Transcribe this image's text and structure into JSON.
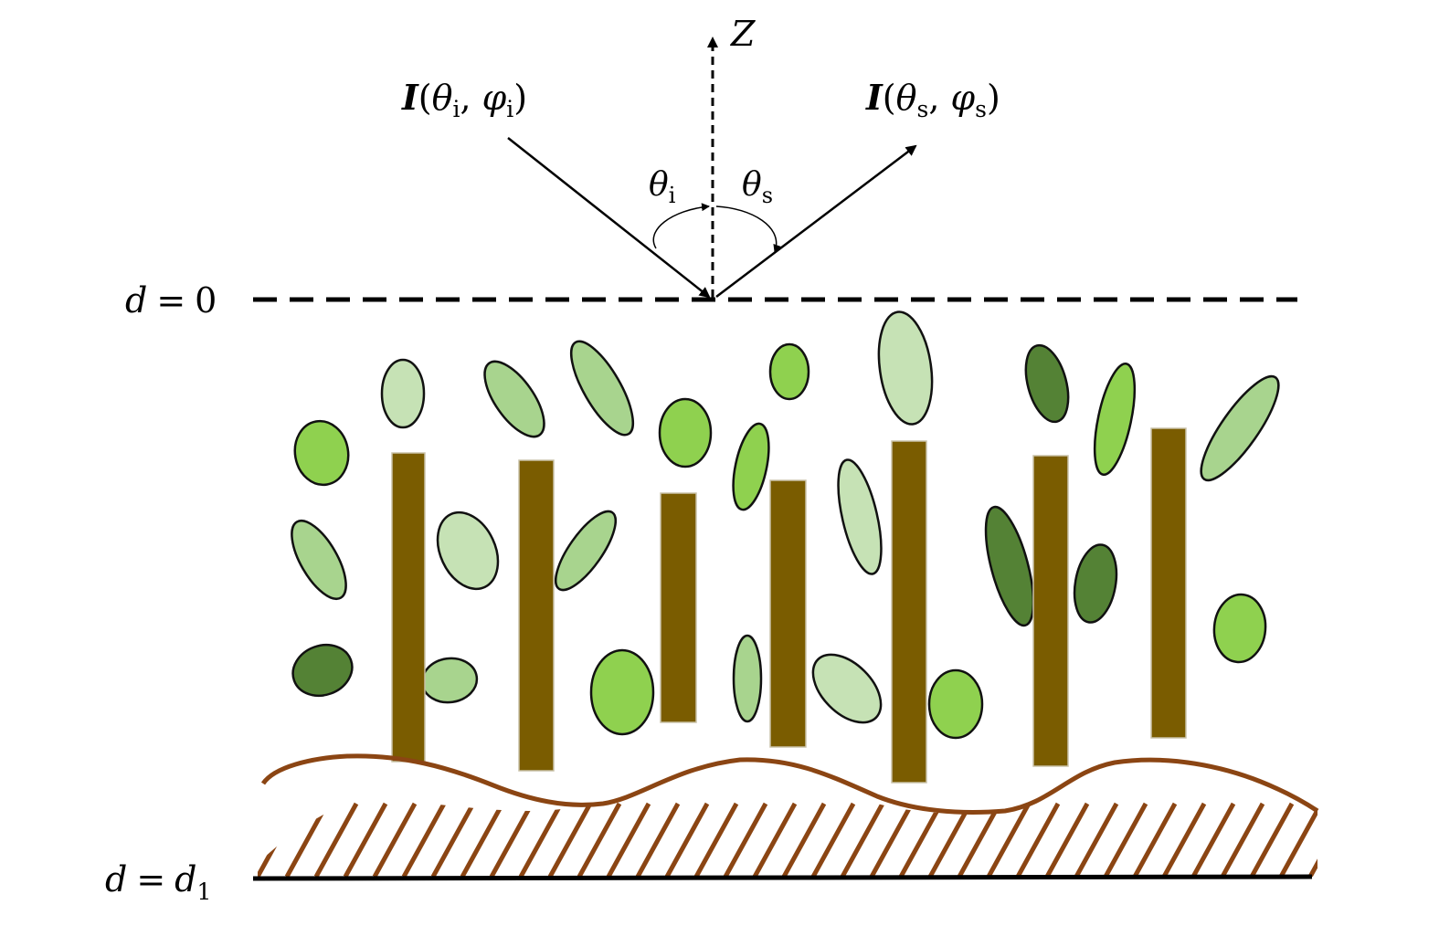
{
  "axis": {
    "label": "Z"
  },
  "incident": {
    "symbol": "I",
    "theta": "θ",
    "theta_sub": "i",
    "phi": "φ",
    "phi_sub": "i",
    "angle_theta": "θ",
    "angle_sub": "i"
  },
  "scattered": {
    "symbol": "I",
    "theta": "θ",
    "theta_sub": "s",
    "phi": "φ",
    "phi_sub": "s",
    "angle_theta": "θ",
    "angle_sub": "s"
  },
  "boundaries": {
    "top": {
      "lhs": "d",
      "eq": "=",
      "rhs": "0"
    },
    "bottom": {
      "lhs": "d",
      "eq": "=",
      "rhs": "d",
      "rhs_sub": "1"
    }
  },
  "colors": {
    "stem": "#7a5c00",
    "soil": "#8b4513",
    "leaf_light": "#c6e2b5",
    "leaf_mid": "#a8d48e",
    "leaf_bright": "#8fd14f",
    "leaf_dark": "#548235",
    "line": "#000000"
  }
}
